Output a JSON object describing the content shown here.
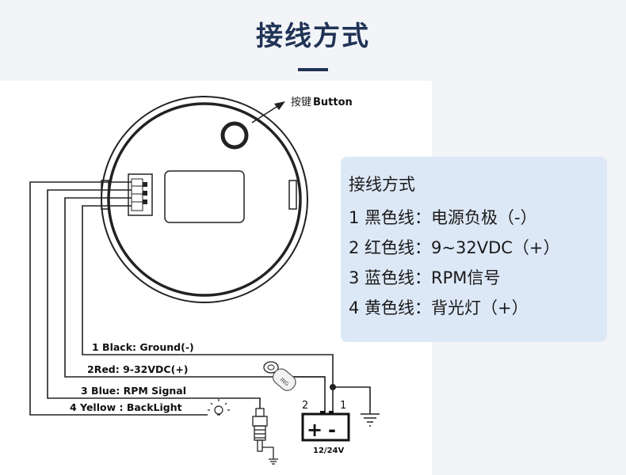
{
  "header": {
    "title": "接线方式"
  },
  "diagram": {
    "button_label_cn": "按键",
    "button_label_en": "Button",
    "wires": [
      {
        "label": "1 Black: Ground(-)"
      },
      {
        "label": "2Red: 9-32VDC(+)"
      },
      {
        "label": "3 Blue: RPM Signal"
      },
      {
        "label": "4 Yellow : BackLight"
      }
    ],
    "battery": {
      "plus": "+",
      "minus": "-",
      "voltage": "12/24V",
      "term_left": "2",
      "term_right": "1"
    },
    "ignition_text": "ING"
  },
  "info": {
    "title": "接线方式",
    "lines": [
      "1 黑色线：电源负极（-）",
      "2 红色线：9~32VDC（+）",
      "3 蓝色线：RPM信号",
      "4 黄色线：背光灯（+）"
    ]
  },
  "colors": {
    "title": "#1f3356",
    "info_bg": "#dde8f7",
    "page_bg": "#f3f4f8"
  }
}
